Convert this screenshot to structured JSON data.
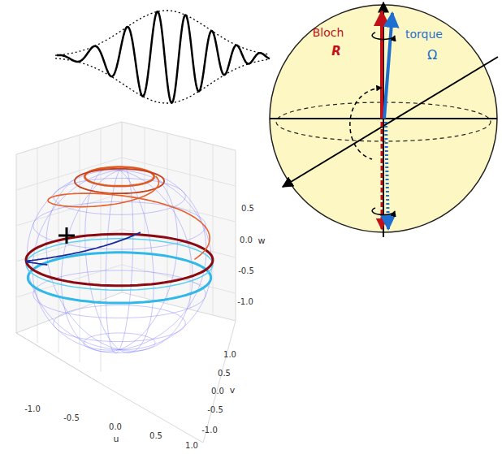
{
  "diagram": {
    "labels": [
      "Bloch",
      "R",
      "torque",
      "Ω",
      "0.5",
      "0.0",
      "w",
      "-0.5",
      "-1.0",
      "1.0",
      "0.5",
      "0.0",
      "v",
      "-0.5",
      "-1.0",
      "-1.0",
      "-0.5",
      "0.0",
      "u",
      "0.5",
      "1.0"
    ]
  }
}
